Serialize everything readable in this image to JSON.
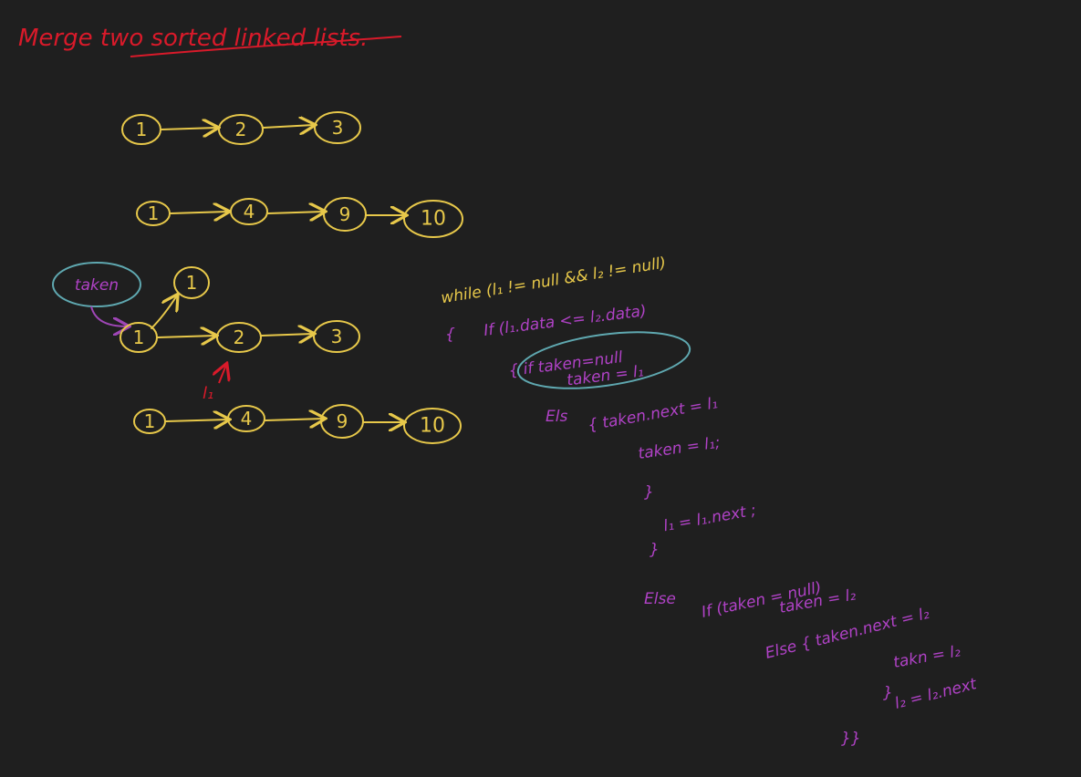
{
  "title": "Merge two sorted linked lists.",
  "list_a": [
    "1",
    "2",
    "3"
  ],
  "list_b": [
    "1",
    "4",
    "9",
    "10"
  ],
  "merge_a": [
    "1",
    "2",
    "3"
  ],
  "merge_b": [
    "1",
    "4",
    "9",
    "10"
  ],
  "extra_node": "1",
  "taken_label": "taken",
  "pointer_label": "l₁",
  "code": {
    "while": "while (l₁ != null && l₂ != null)",
    "open_brace": "{",
    "if_line": "If (l₁.data <= l₂.data)",
    "inner_if": "{ if taken=null",
    "inner_assign": "taken = l₁",
    "else1": "Els",
    "taken_next": "{ taken.next = l₁",
    "taken_eq": "taken = l₁;",
    "close1": "}",
    "l1_next": "l₁ = l₁.next ;",
    "close2": "}",
    "else2": "Else",
    "if2": "If (taken = null)",
    "taken_l2": "taken = l₂",
    "else3": "Else {  taken.next = l₂",
    "takn_l2": "takn = l₂",
    "close3": "}",
    "l2_next": "l₂ = l₂.next",
    "close4": "}}"
  },
  "colors": {
    "background": "#1f1f1f",
    "nodes": "#e7c84a",
    "code_purple": "#b042c6",
    "title_red": "#d91a2a",
    "highlight_teal": "#5fa8b0"
  }
}
